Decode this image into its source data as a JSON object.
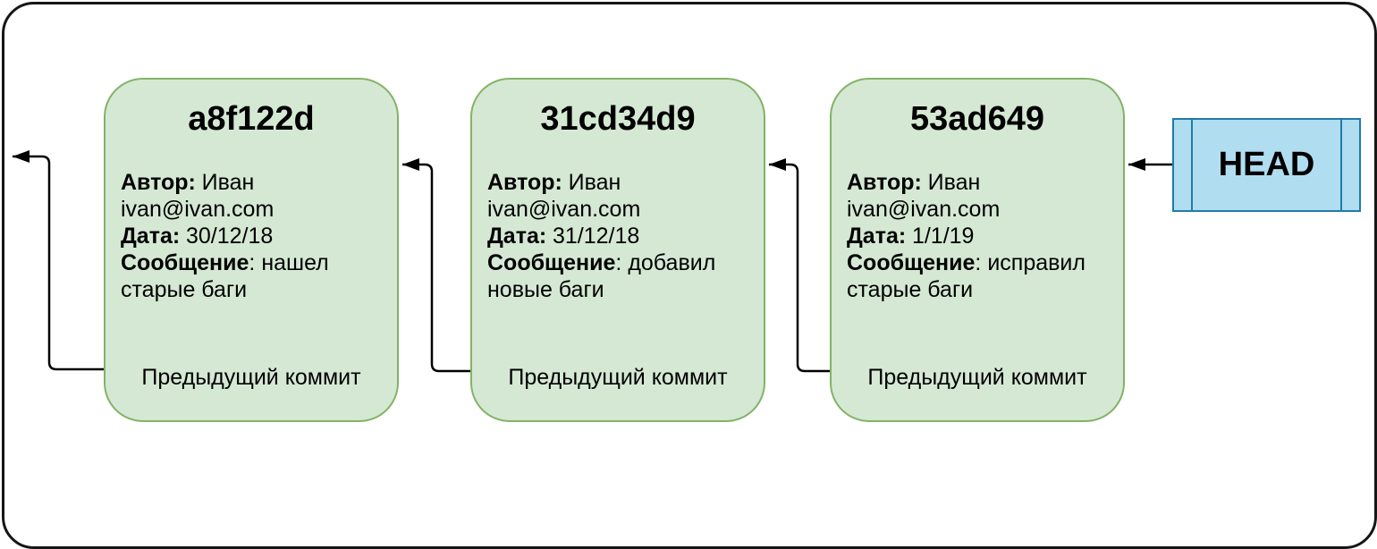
{
  "commits": [
    {
      "hash": "a8f122d",
      "author_label": "Автор:",
      "author": "Иван",
      "email": "ivan@ivan.com",
      "date_label": "Дата:",
      "date": "30/12/18",
      "message_label": "Сообщение",
      "message_rest": ": нашел старые баги",
      "prev_label": "Предыдущий коммит"
    },
    {
      "hash": "31cd34d9",
      "author_label": "Автор:",
      "author": "Иван",
      "email": "ivan@ivan.com",
      "date_label": "Дата:",
      "date": "31/12/18",
      "message_label": "Сообщение",
      "message_rest": ": добавил новые баги",
      "prev_label": "Предыдущий коммит"
    },
    {
      "hash": "53ad649",
      "author_label": "Автор:",
      "author": "Иван",
      "email": "ivan@ivan.com",
      "date_label": "Дата:",
      "date": "1/1/19",
      "message_label": "Сообщение",
      "message_rest": ": исправил старые баги",
      "prev_label": "Предыдущий коммит"
    }
  ],
  "head": {
    "label": "HEAD"
  },
  "colors": {
    "commit_fill": "#d5e8d4",
    "commit_border": "#82b366",
    "head_fill": "#b1ddf0",
    "head_border": "#1e7ca6",
    "arrow": "#000000",
    "frame": "#161616"
  }
}
